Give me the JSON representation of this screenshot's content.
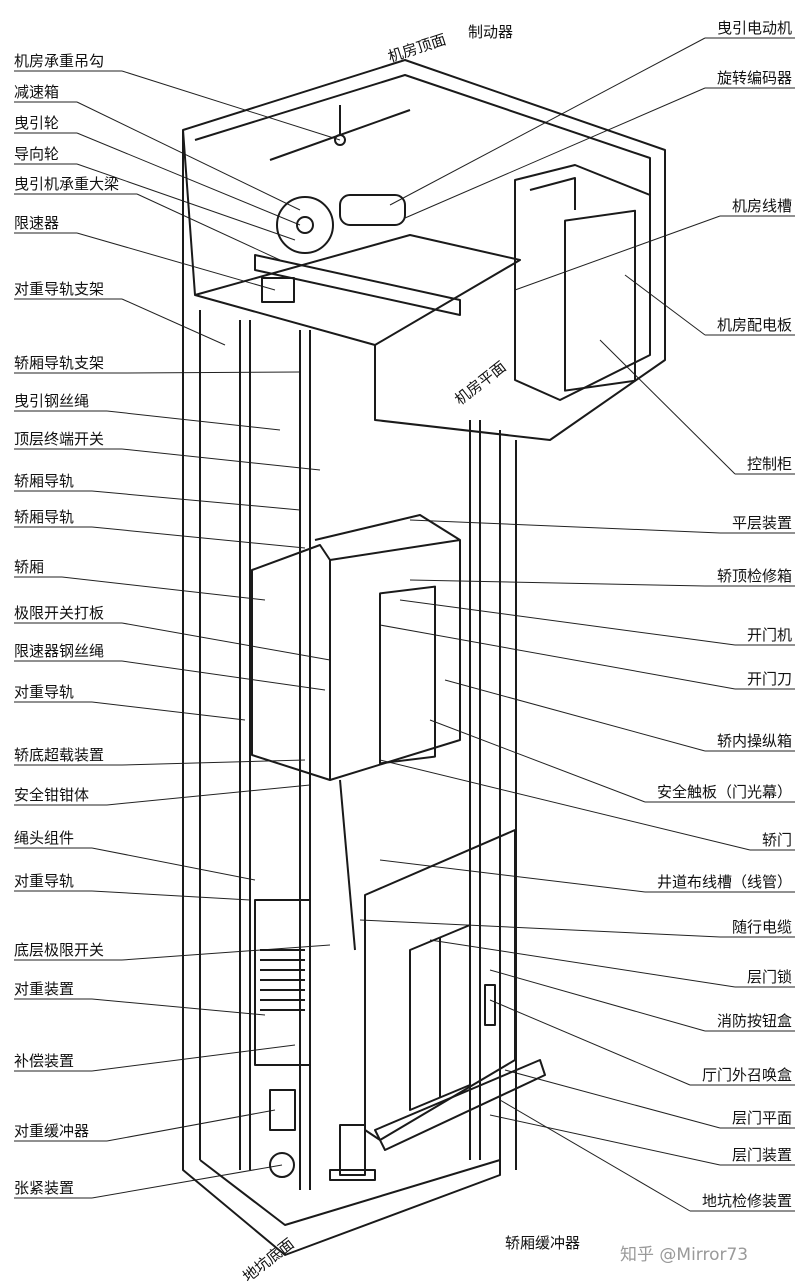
{
  "left_labels": [
    "机房承重吊勾",
    "减速箱",
    "曳引轮",
    "导向轮",
    "曳引机承重大梁",
    "限速器",
    "对重导轨支架",
    "轿厢导轨支架",
    "曳引钢丝绳",
    "顶层终端开关",
    "轿厢导轨",
    "轿厢导轨",
    "轿厢",
    "极限开关打板",
    "限速器钢丝绳",
    "对重导轨",
    "轿底超载装置",
    "安全钳钳体",
    "绳头组件",
    "对重导轨",
    "底层极限开关",
    "对重装置",
    "补偿装置",
    "对重缓冲器",
    "张紧装置"
  ],
  "right_labels": [
    "曳引电动机",
    "旋转编码器",
    "机房线槽",
    "机房配电板",
    "控制柜",
    "平层装置",
    "轿顶检修箱",
    "开门机",
    "开门刀",
    "轿内操纵箱",
    "安全触板（门光幕）",
    "轿门",
    "井道布线槽（线管）",
    "随行电缆",
    "层门锁",
    "消防按钮盒",
    "厅门外召唤盒",
    "层门平面",
    "层门装置",
    "地坑检修装置"
  ],
  "top_labels": {
    "roof": "机房顶面",
    "brake": "制动器"
  },
  "inline_labels": {
    "machine_floor": "机房平面",
    "pit_floor": "地坑底面",
    "car_buffer": "轿厢缓冲器"
  },
  "watermark": "知乎 @Mirror73"
}
